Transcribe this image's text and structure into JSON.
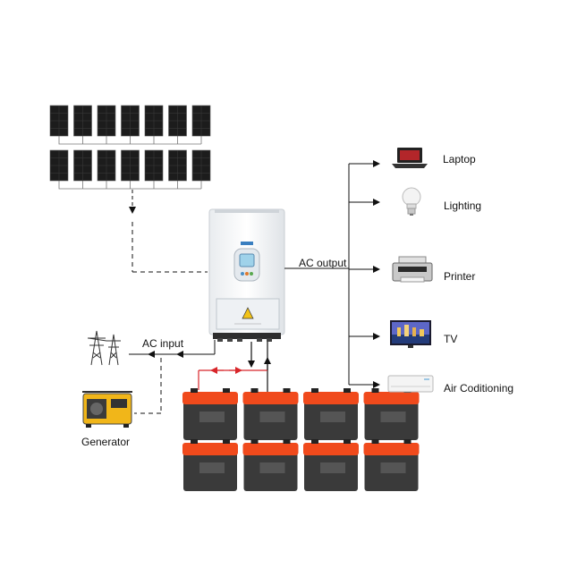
{
  "labels": {
    "ac_output": "AC output",
    "ac_input": "AC input",
    "generator": "Generator"
  },
  "loads": [
    {
      "label": "Laptop",
      "icon": "laptop-icon"
    },
    {
      "label": "Lighting",
      "icon": "light-bulb-icon"
    },
    {
      "label": "Printer",
      "icon": "printer-icon"
    },
    {
      "label": "TV",
      "icon": "tv-icon"
    },
    {
      "label": "Air Coditioning",
      "icon": "air-conditioner-icon"
    }
  ],
  "solar_panels": {
    "rows": 2,
    "per_row": 7,
    "icon": "solar-panel-icon"
  },
  "batteries": {
    "rows": 2,
    "per_row": 4,
    "icon": "battery-icon"
  },
  "colors": {
    "battery_lid": "#f04a1c",
    "battery_body": "#3a3a3a",
    "battery_link": "#d8262a",
    "panel": "#1c1c1c",
    "line": "#111111"
  }
}
